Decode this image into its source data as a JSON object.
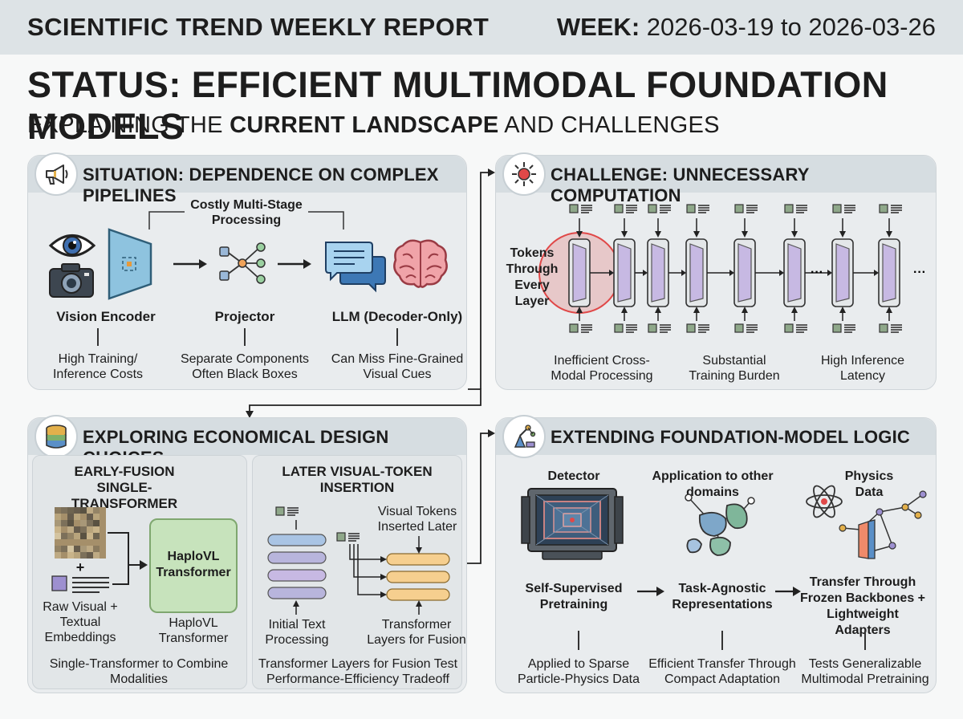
{
  "header": {
    "title": "SCIENTIFIC TREND WEEKLY REPORT",
    "week_label": "WEEK:",
    "week_range": "2026-03-19 to 2026-03-26"
  },
  "main_title": "STATUS: EFFICIENT MULTIMODAL FOUNDATION MODELS",
  "subtitle": {
    "pre": "EXPLAINING THE ",
    "bold": "CURRENT LANDSCAPE",
    "post": " AND CHALLENGES"
  },
  "situation": {
    "title": "SITUATION: DEPENDENCE ON COMPLEX PIPELINES",
    "bracket_label": "Costly Multi-Stage Processing",
    "stages": [
      {
        "name": "Vision Encoder",
        "note": "High Training/ Inference Costs"
      },
      {
        "name": "Projector",
        "note": "Separate Components Often Black Boxes"
      },
      {
        "name": "LLM (Decoder-Only)",
        "note": "Can Miss Fine-Grained Visual Cues"
      }
    ]
  },
  "challenge": {
    "title": "CHALLENGE: UNNECESSARY COMPUTATION",
    "highlight_label": "Tokens Through Every Layer",
    "notes": [
      "Inefficient Cross-Modal Processing",
      "Substantial Training Burden",
      "High Inference Latency"
    ]
  },
  "design": {
    "title": "EXPLORING ECONOMICAL DESIGN CHOICES",
    "early": {
      "heading": "EARLY-FUSION SINGLE-TRANSFORMER",
      "input_label": "Raw Visual + Textual Embeddings",
      "plus": "+",
      "box_label": "HaploVL Transformer",
      "box_caption": "HaploVL Transformer",
      "footer": "Single-Transformer to Combine Modalities"
    },
    "later": {
      "heading": "LATER VISUAL-TOKEN INSERTION",
      "visual_tokens_label": "Visual Tokens Inserted Later",
      "initial_label": "Initial Text Processing",
      "fusion_label": "Transformer Layers for Fusion",
      "footer": "Transformer Layers for Fusion Test Performance-Efficiency Tradeoff"
    }
  },
  "extending": {
    "title": "EXTENDING FOUNDATION-MODEL LOGIC",
    "labels": {
      "detector": "Detector",
      "domains": "Application to other domains",
      "physics": "Physics Data"
    },
    "steps": [
      {
        "name": "Self-Supervised Pretraining",
        "note": "Applied to Sparse Particle-Physics Data"
      },
      {
        "name": "Task-Agnostic Representations",
        "note": "Efficient Transfer Through Compact Adaptation"
      },
      {
        "name": "Transfer Through Frozen Backbones + Lightweight Adapters",
        "note": "Tests Generalizable Multimodal Pretraining"
      }
    ]
  },
  "colors": {
    "layer_purple": "#c7b9e3",
    "layer_blue": "#a9c4e4",
    "layer_orange": "#f6cf8f",
    "haplo_green": "#c7e3bc",
    "highlight_red": "#e04848"
  }
}
